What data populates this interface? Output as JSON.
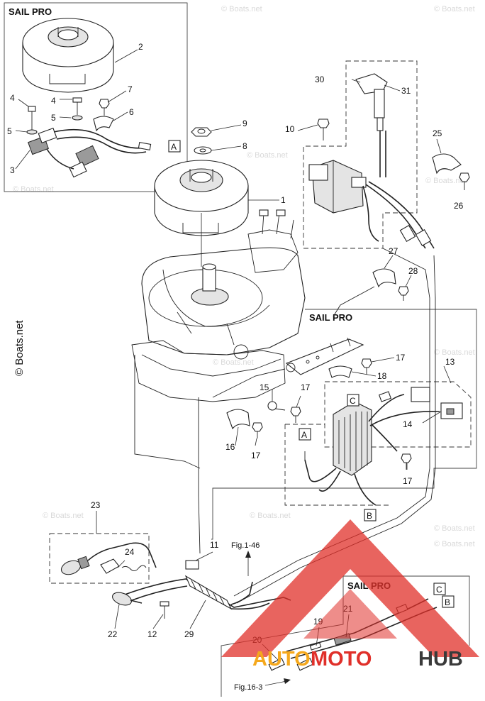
{
  "watermarks": {
    "left": "© Boats.net",
    "faint": "© Boats.net"
  },
  "box_labels": {
    "sail_pro_top": "SAIL PRO",
    "sail_pro_middle": "SAIL PRO",
    "sail_pro_bottom": "SAIL PRO"
  },
  "connector_tags": {
    "A": "A",
    "B": "B",
    "C": "C"
  },
  "figure_refs": {
    "fig1": "Fig.1-46",
    "fig16": "Fig.16-3"
  },
  "callouts": {
    "n1": "1",
    "n2": "2",
    "n3": "3",
    "n4a": "4",
    "n4b": "4",
    "n5a": "5",
    "n5b": "5",
    "n6": "6",
    "n7": "7",
    "n8": "8",
    "n9": "9",
    "n10": "10",
    "n11": "11",
    "n12": "12",
    "n13": "13",
    "n14": "14",
    "n15": "15",
    "n16": "16",
    "n17a": "17",
    "n17b": "17",
    "n17c": "17",
    "n17d": "17",
    "n18": "18",
    "n19": "19",
    "n20": "20",
    "n21": "21",
    "n22": "22",
    "n23": "23",
    "n24": "24",
    "n25": "25",
    "n26": "26",
    "n27": "27",
    "n28": "28",
    "n29": "29",
    "n30": "30",
    "n31": "31"
  },
  "logo": {
    "part1": "AUTO",
    "part2": "MOTO",
    "part3": "HUB"
  },
  "colors": {
    "logo_red": "#e0302a",
    "logo_orange": "#f5a81c",
    "logo_dark": "#3a3a3a",
    "line": "#222222"
  }
}
